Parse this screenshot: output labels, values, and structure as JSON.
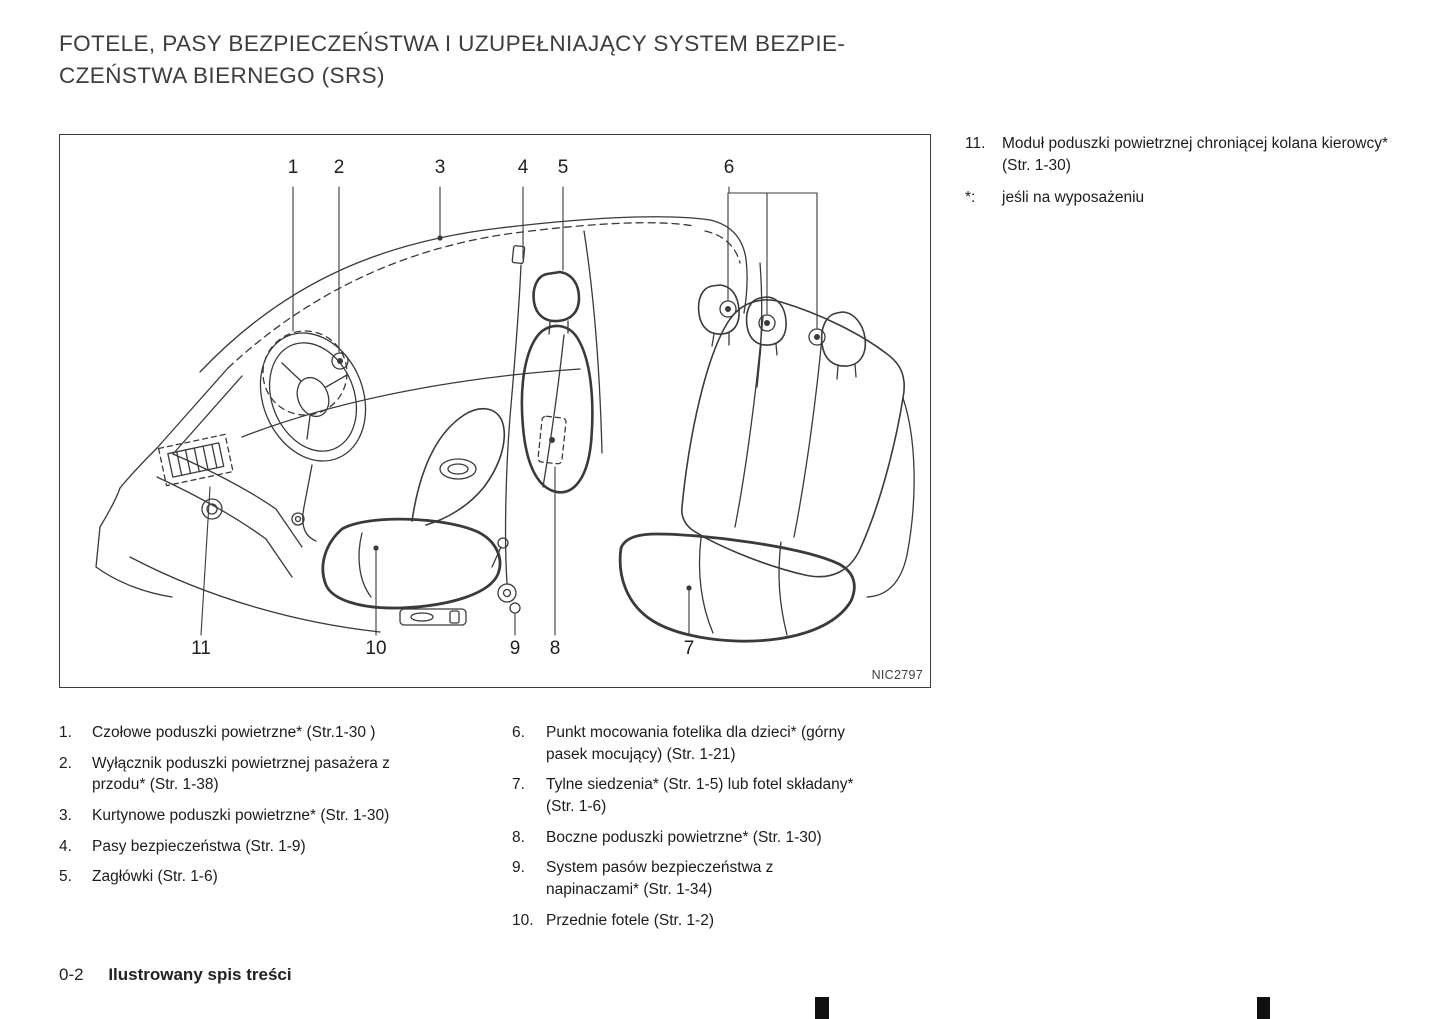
{
  "page": {
    "title_line1": "FOTELE, PASY BEZPIECZEŃSTWA I UZUPEŁNIAJĄCY SYSTEM BEZPIE-",
    "title_line2": "CZEŃSTWA BIERNEGO (SRS)",
    "footer_page_number": "0-2",
    "footer_section": "Ilustrowany spis treści"
  },
  "figure": {
    "code": "NIC2797",
    "callouts_top": [
      "1",
      "2",
      "3",
      "4",
      "5",
      "6"
    ],
    "callouts_bottom": [
      "11",
      "10",
      "9",
      "8",
      "7"
    ]
  },
  "side_note": {
    "num": "11.",
    "text": "Moduł poduszki powietrznej chroniącej kolana kierowcy* (Str. 1-30)",
    "footnote_symbol": "*:",
    "footnote_text": "jeśli na wyposażeniu"
  },
  "legend": {
    "left": [
      {
        "num": "1.",
        "text": "Czołowe poduszki powietrzne* (Str.1-30 )"
      },
      {
        "num": "2.",
        "text": "Wyłącznik poduszki powietrznej pasażera z przodu* (Str. 1-38)"
      },
      {
        "num": "3.",
        "text": "Kurtynowe poduszki powietrzne* (Str. 1-30)"
      },
      {
        "num": "4.",
        "text": "Pasy bezpieczeństwa (Str. 1-9)"
      },
      {
        "num": "5.",
        "text": "Zagłówki (Str. 1-6)"
      }
    ],
    "right": [
      {
        "num": "6.",
        "text": "Punkt mocowania fotelika dla dzieci* (górny pasek mocujący) (Str. 1-21)"
      },
      {
        "num": "7.",
        "text": "Tylne siedzenia* (Str. 1-5) lub fotel składany* (Str. 1-6)"
      },
      {
        "num": "8.",
        "text": "Boczne poduszki powietrzne* (Str. 1-30)"
      },
      {
        "num": "9.",
        "text": "System pasów bezpieczeństwa z napinaczami* (Str. 1-34)"
      },
      {
        "num": "10.",
        "text": "Przednie fotele (Str. 1-2)"
      }
    ]
  }
}
